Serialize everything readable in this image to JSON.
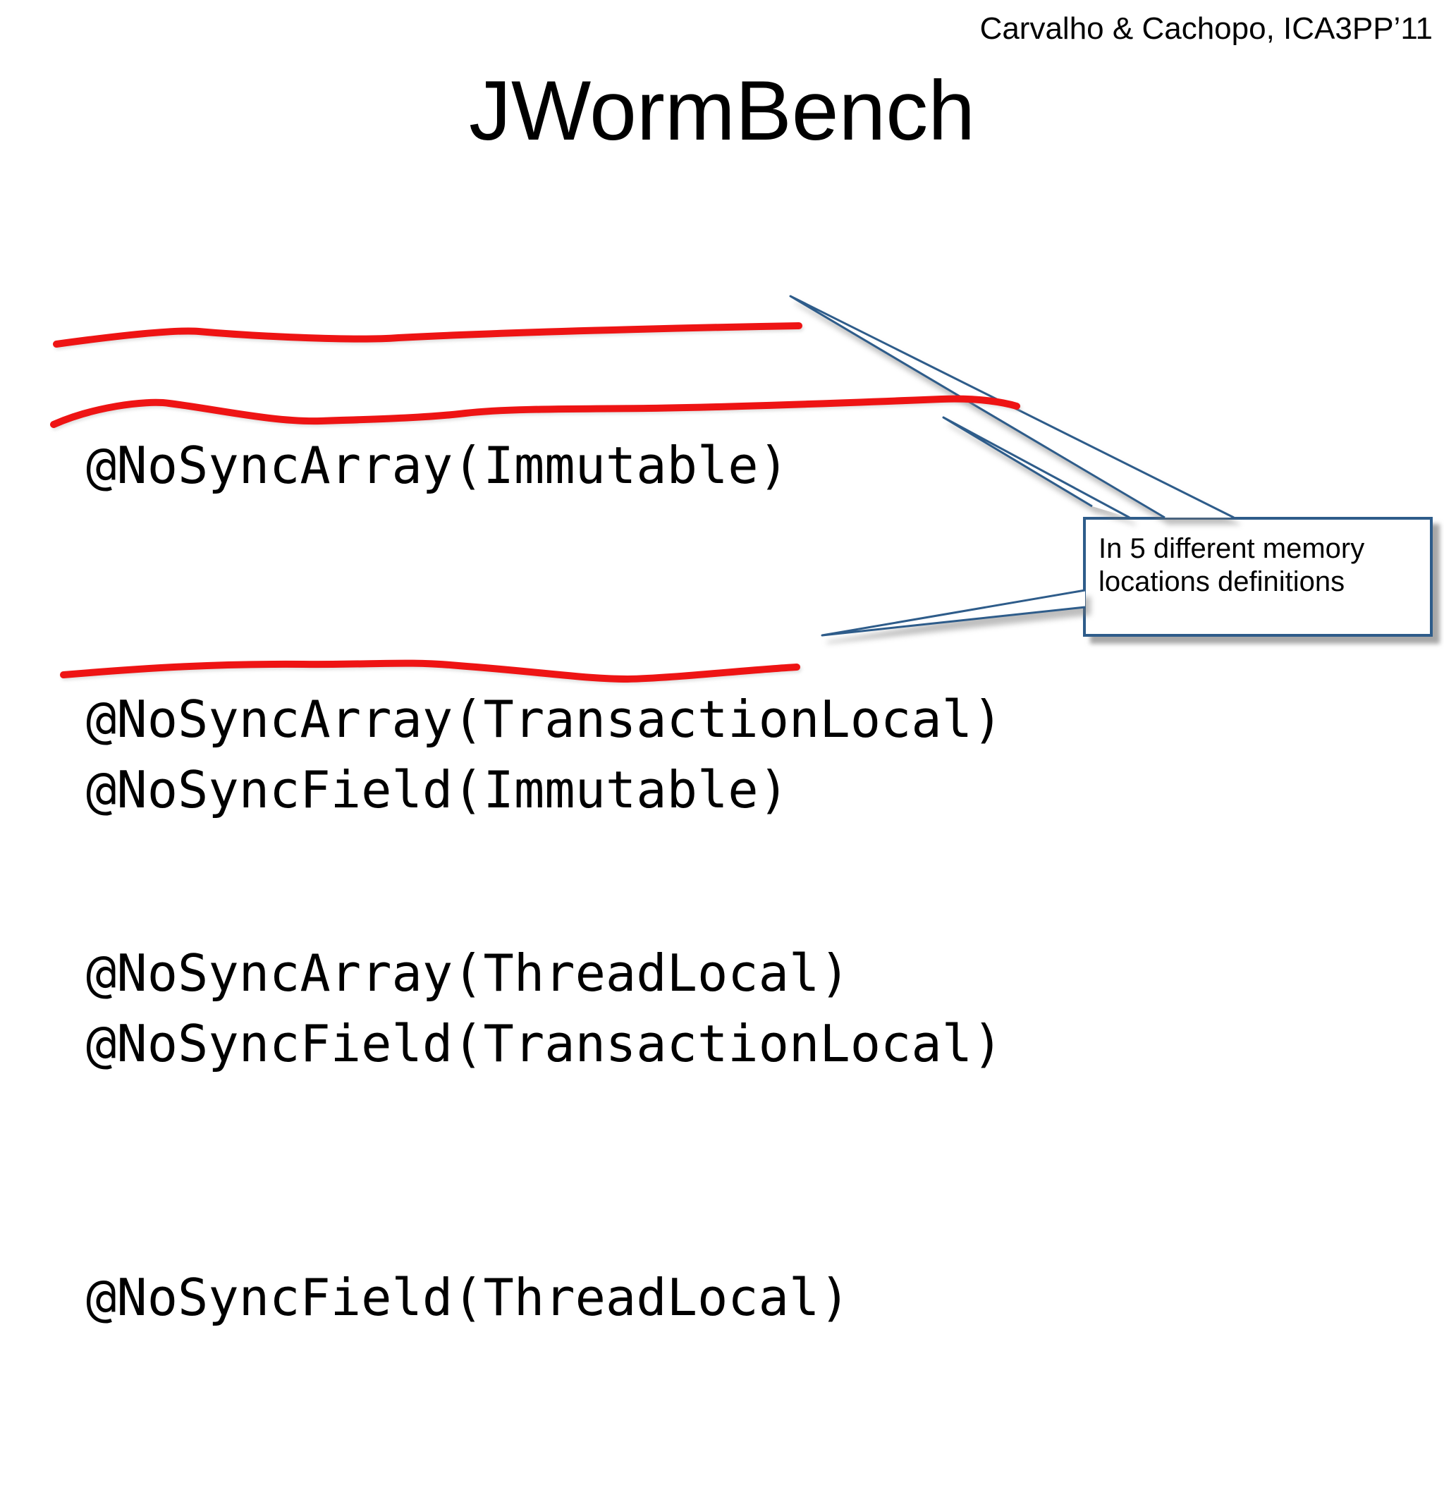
{
  "header": {
    "attribution": "Carvalho & Cachopo, ICA3PP’11"
  },
  "title": "JWormBench",
  "code": {
    "array_annotations": [
      "@NoSyncArray(Immutable)",
      "@NoSyncArray(TransactionLocal)",
      "@NoSyncArray(ThreadLocal)"
    ],
    "field_annotations": [
      "@NoSyncField(Immutable)",
      "@NoSyncField(TransactionLocal)",
      "@NoSyncField(ThreadLocal)"
    ]
  },
  "callout": {
    "lines": [
      "In 5 different memory",
      "locations definitions"
    ]
  },
  "annotations": {
    "underlined_items": [
      "@NoSyncArray(Immutable)",
      "@NoSyncArray(TransactionLocal)",
      "@NoSyncField(Immutable)"
    ]
  },
  "colors": {
    "underline_red": "#ee1414",
    "callout_border": "#2e5c8a",
    "callout_fill": "#ffffff",
    "text": "#000000",
    "background": "#ffffff"
  }
}
